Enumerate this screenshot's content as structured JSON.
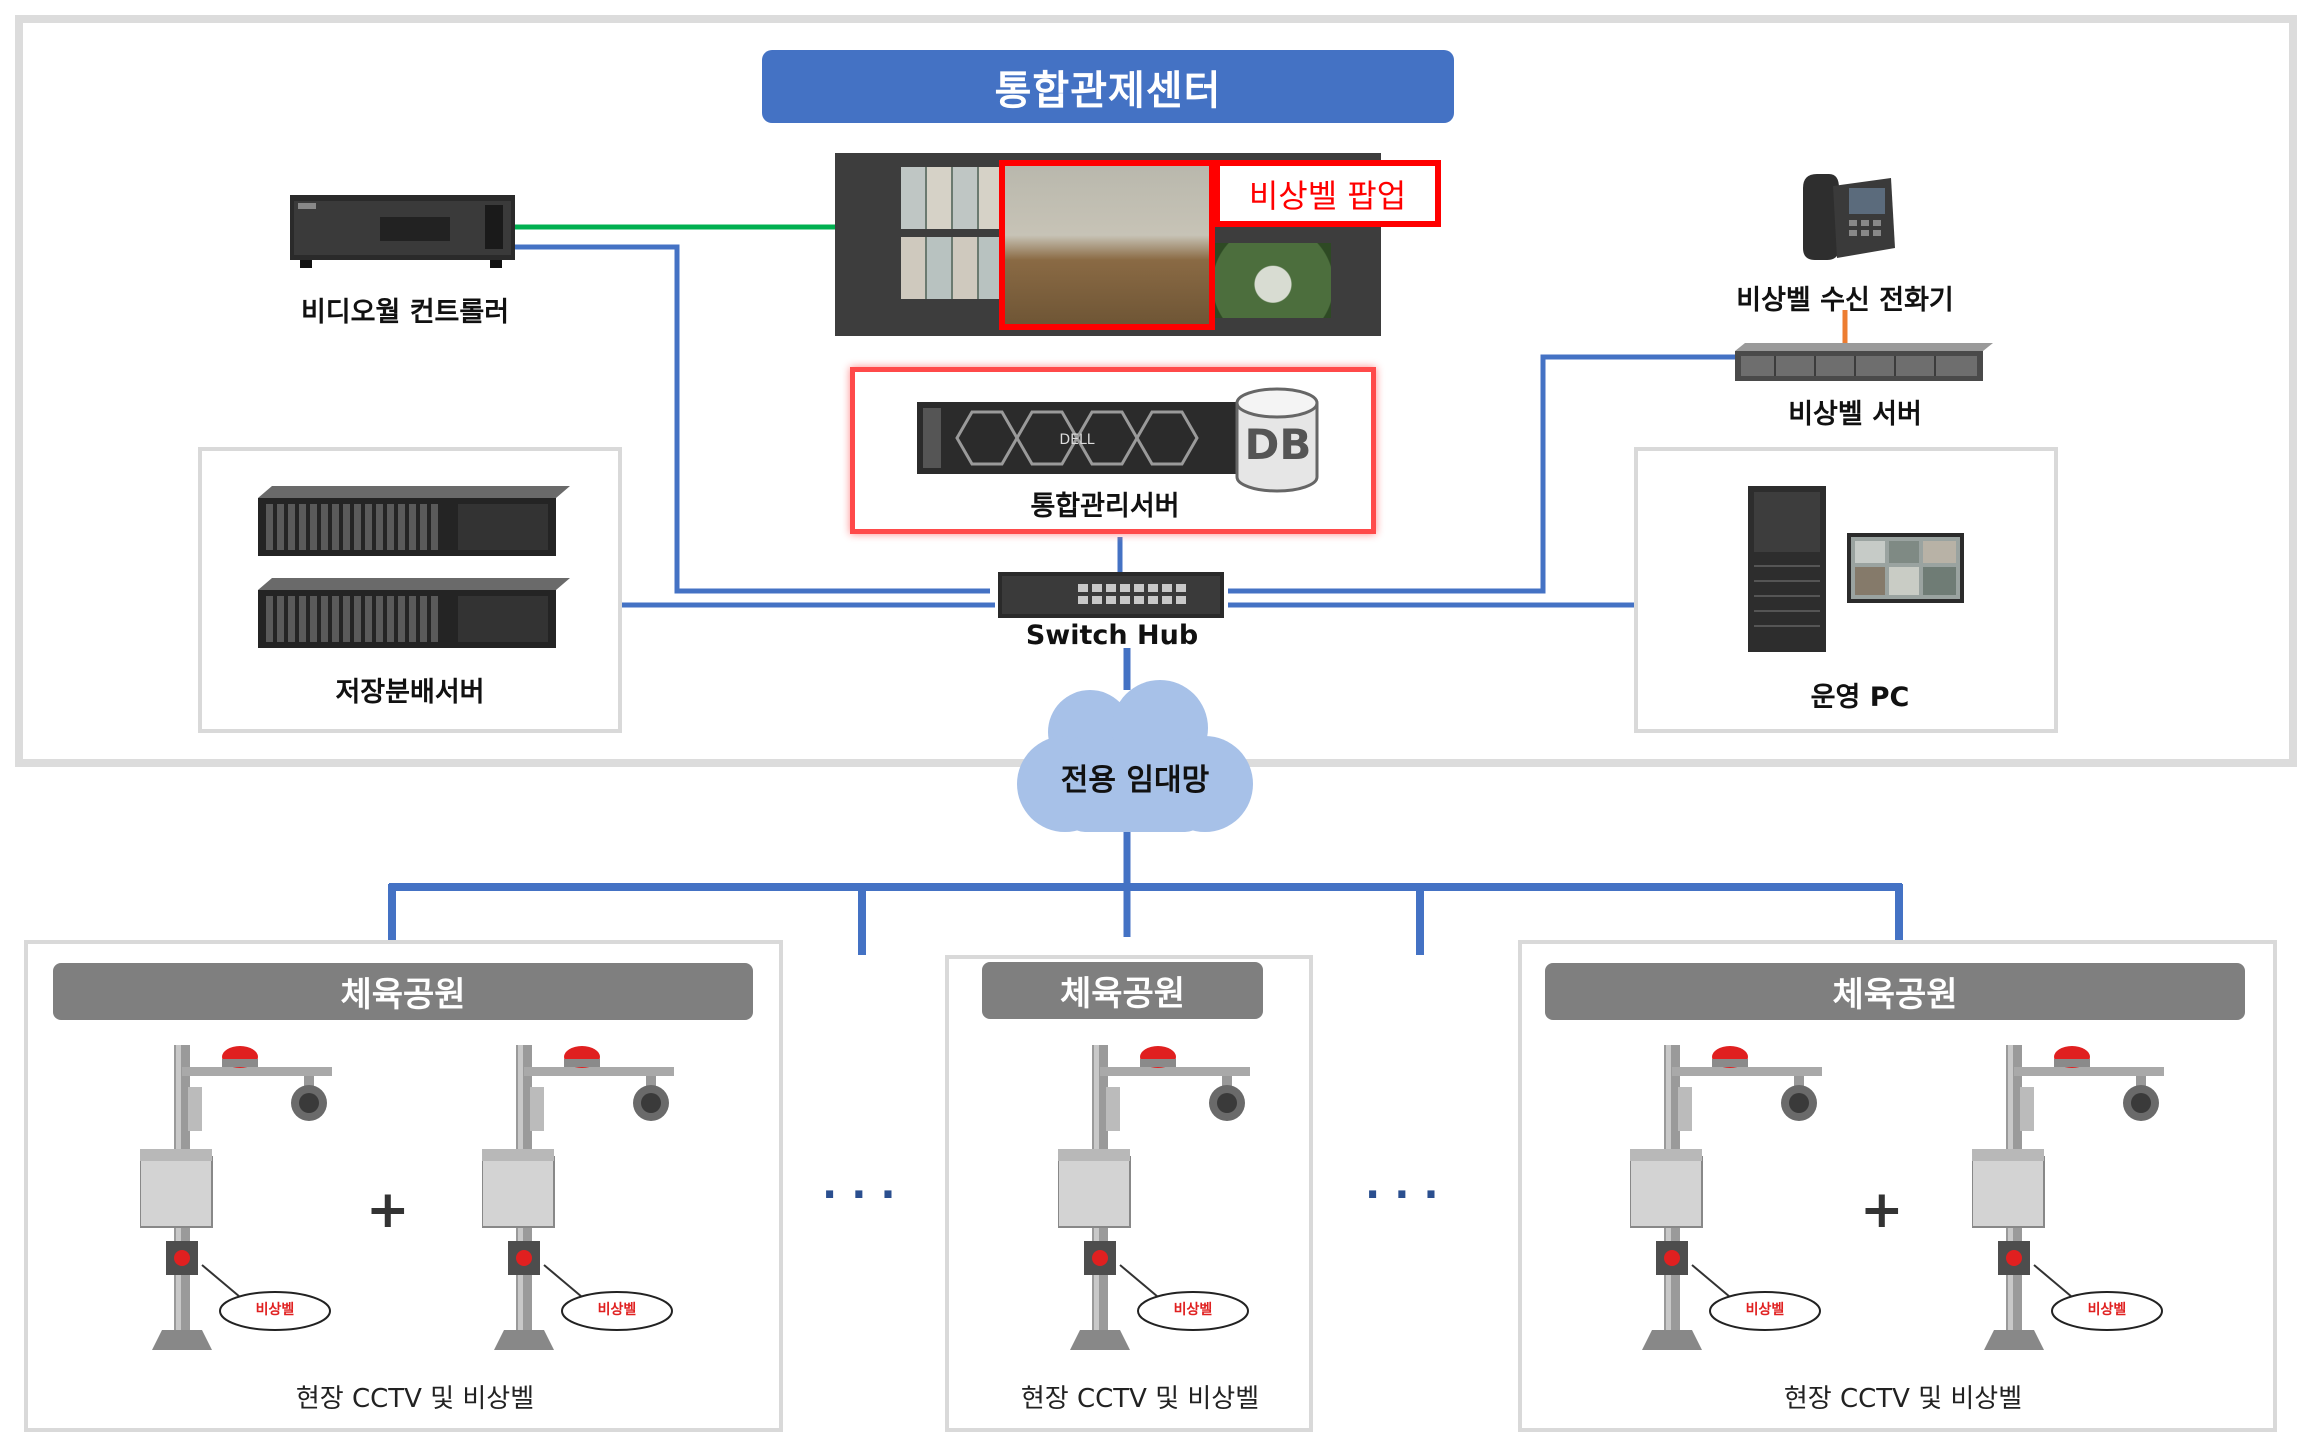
{
  "center": {
    "title": "통합관제센터",
    "popup_label": "비상벨 팝업",
    "video_wall_controller": "비디오월 컨트롤러",
    "integrated_server": "통합관리서버",
    "db_badge": "DB",
    "storage_server": "저장분배서버",
    "switch_hub": "Switch Hub",
    "phone": "비상벨 수신 전화기",
    "emergency_server": "비상벨 서버",
    "ops_pc": "운영 PC"
  },
  "network": {
    "cloud_label": "전용 임대망"
  },
  "parks": [
    {
      "title": "체육공원",
      "footer": "현장 CCTV 및 비상벨",
      "plus": "+"
    },
    {
      "title": "체육공원",
      "footer": "현장 CCTV 및 비상벨"
    },
    {
      "title": "체육공원",
      "footer": "현장 CCTV 및 비상벨",
      "plus": "+"
    }
  ],
  "pole_bubble": "비상벨",
  "ellipsis": "···",
  "colors": {
    "banner_blue": "#4472c4",
    "line_blue": "#4472c4",
    "line_green": "#00b050",
    "line_orange": "#ed7d31",
    "park_header_gray": "#7f7f7f",
    "highlight_red": "#ff0000",
    "cloud_blue": "#a7c1e8"
  },
  "icons": [
    "video-wall-controller-icon",
    "video-wall-icon",
    "server-icon",
    "database-icon",
    "storage-server-icon",
    "switch-hub-icon",
    "phone-icon",
    "rack-server-icon",
    "tower-pc-icon",
    "monitor-icon",
    "cloud-icon",
    "cctv-pole-icon",
    "siren-icon",
    "dome-camera-icon",
    "emergency-button-icon"
  ]
}
